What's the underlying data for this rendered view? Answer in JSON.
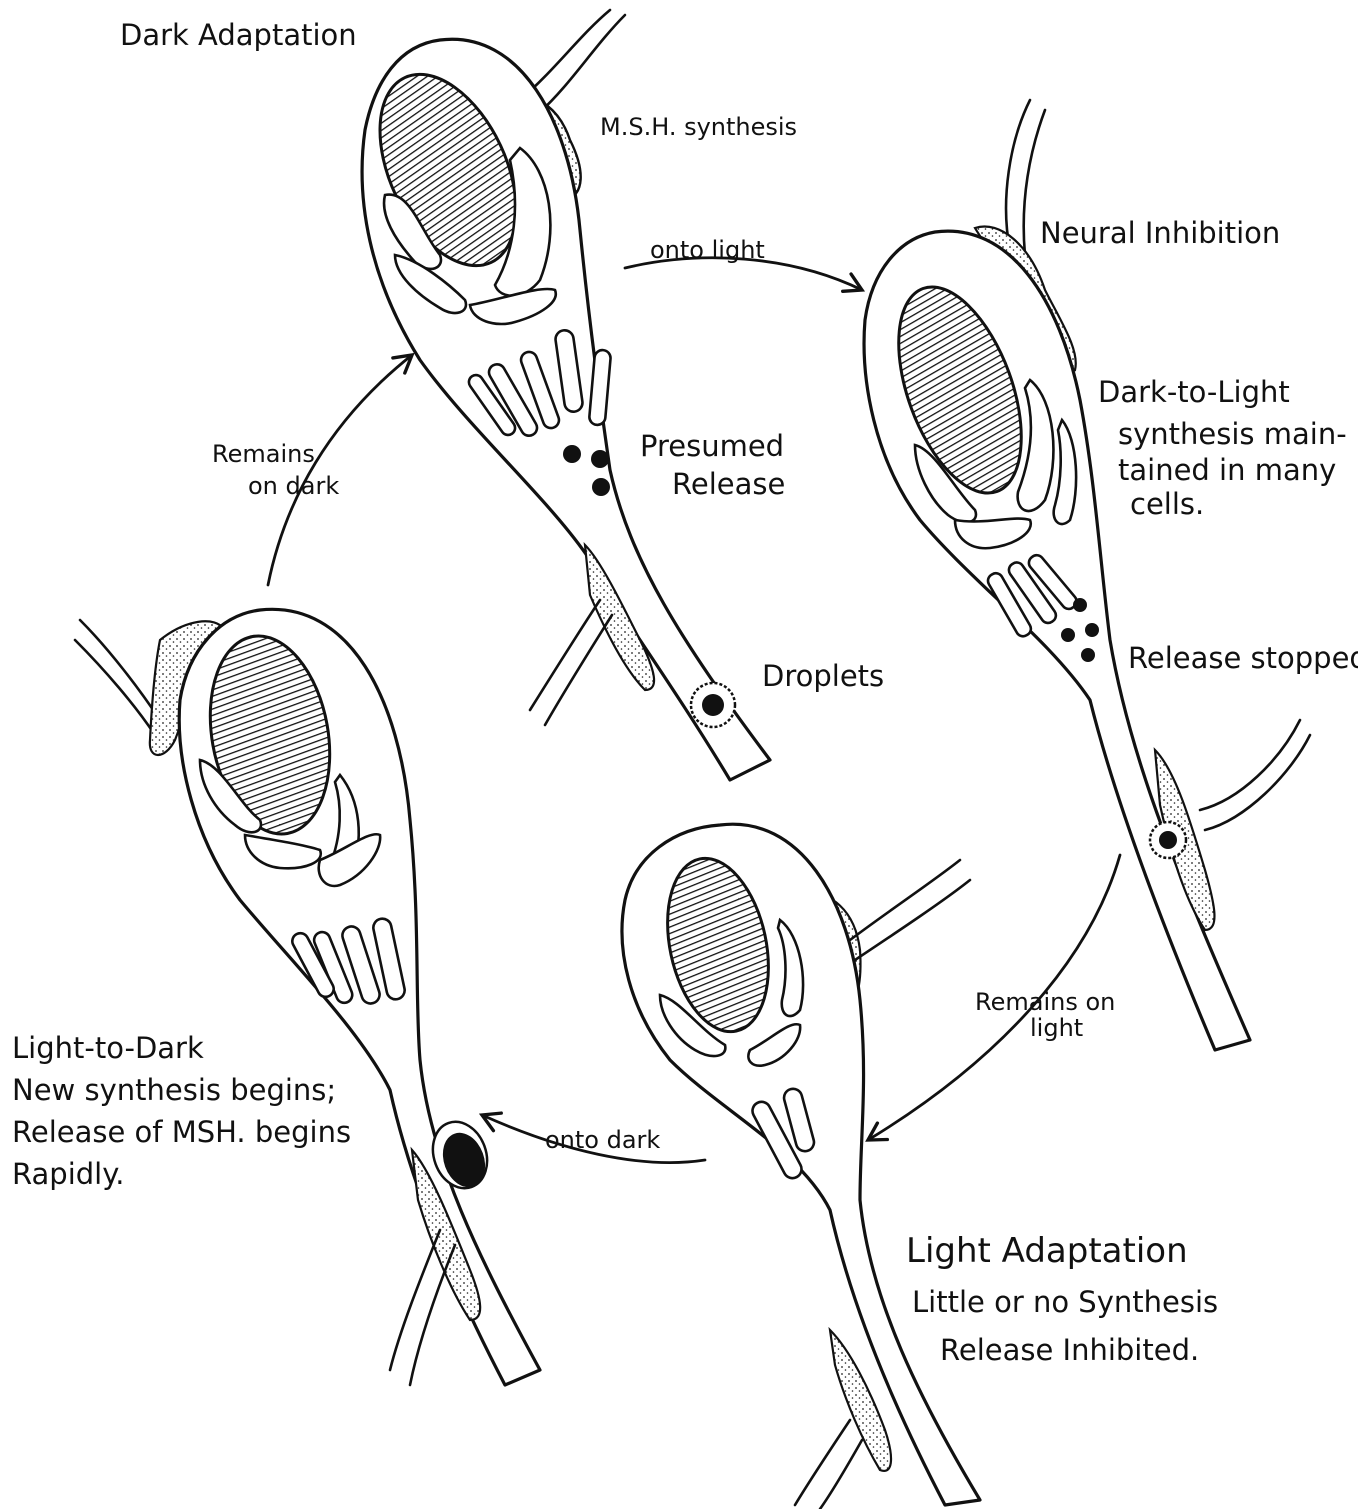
{
  "labels": {
    "dark_adaptation": "Dark Adaptation",
    "msh_synthesis": "M.S.H. synthesis",
    "neural_inhibition": "Neural Inhibition",
    "onto_light": "onto light",
    "dark_to_light_1": "Dark-to-Light",
    "dark_to_light_2": "synthesis main-",
    "dark_to_light_3": "tained in many",
    "dark_to_light_4": "cells.",
    "release_stopped": "Release stopped",
    "remains_on_dark_1": "Remains",
    "remains_on_dark_2": "on dark",
    "presumed_release_1": "Presumed",
    "presumed_release_2": "Release",
    "droplets": "Droplets",
    "light_to_dark_1": "Light-to-Dark",
    "light_to_dark_2": "New synthesis begins;",
    "light_to_dark_3": "Release of MSH. begins",
    "light_to_dark_4": "Rapidly.",
    "remains_on_light_1": "Remains on",
    "remains_on_light_2": "light",
    "onto_dark": "onto dark",
    "light_adaptation_1": "Light Adaptation",
    "light_adaptation_2": "Little or no Synthesis",
    "light_adaptation_3": "Release Inhibited."
  }
}
